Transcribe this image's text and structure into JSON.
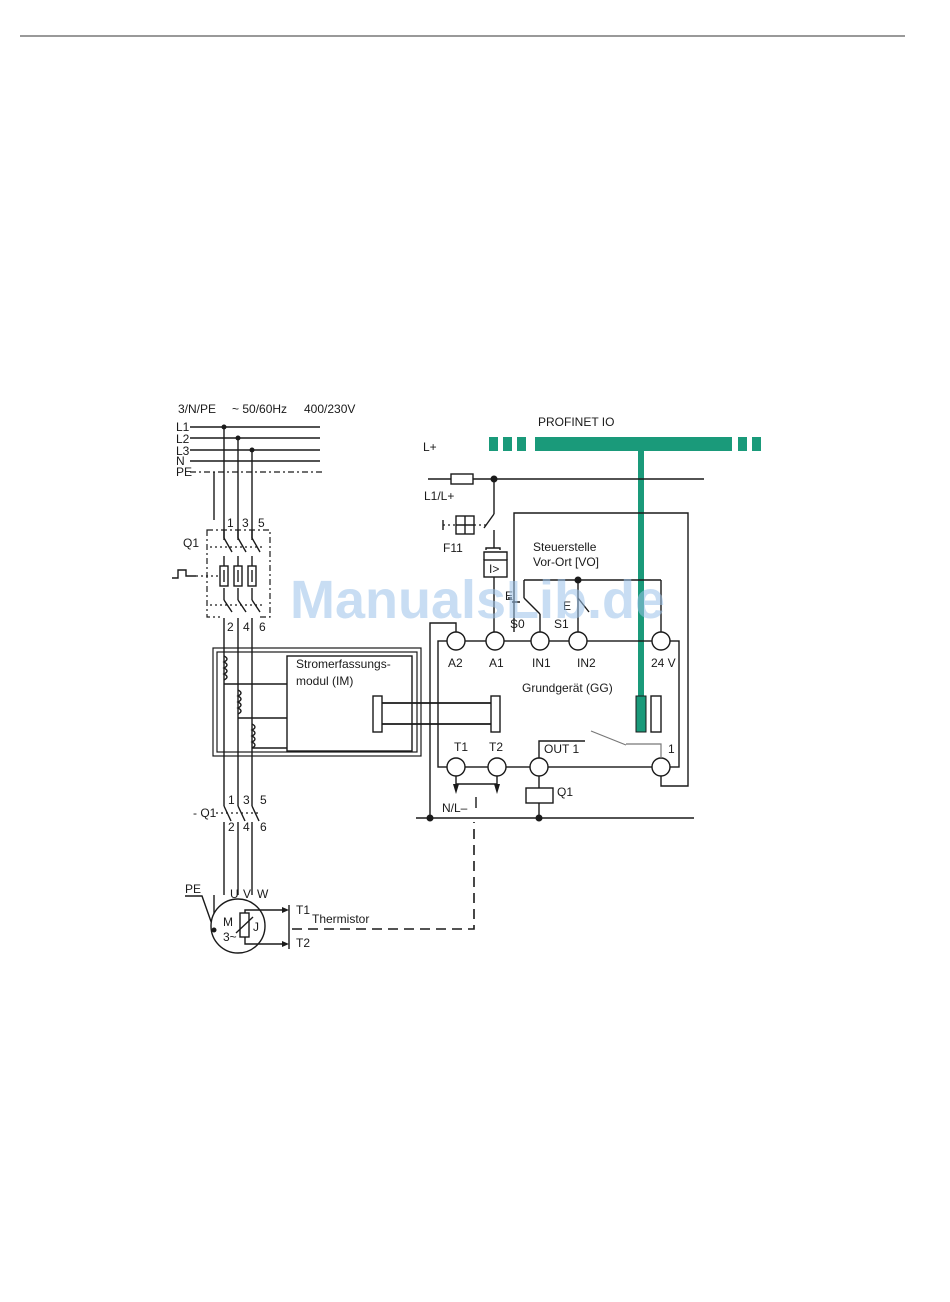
{
  "supply": {
    "system": "3/N/PE",
    "frequency": "~ 50/60Hz",
    "voltage": "400/230V",
    "lines": [
      "L1",
      "L2",
      "L3",
      "N",
      "PE"
    ]
  },
  "breaker": {
    "name": "Q1",
    "top_terminals": [
      "1",
      "3",
      "5"
    ],
    "bottom_terminals": [
      "2",
      "4",
      "6"
    ]
  },
  "current_module": {
    "line1": "Stromerfassungs-",
    "line2": "modul (IM)"
  },
  "contactor": {
    "name": "- Q1",
    "top_terminals": [
      "1",
      "3",
      "5"
    ],
    "bottom_terminals": [
      "2",
      "4",
      "6"
    ]
  },
  "motor": {
    "pe": "PE",
    "phases": [
      "U",
      "V",
      "W"
    ],
    "symbol_m": "M",
    "symbol_3": "3~",
    "thermistor_symbol": "J",
    "t1": "T1",
    "t2": "T2",
    "thermistor": "Thermistor"
  },
  "control": {
    "profinet": "PROFINET IO",
    "l_plus": "L+",
    "l1_l_plus": "L1/L+",
    "fuse": "F11",
    "fuse_trip": "I>",
    "local_station_line1": "Steuerstelle",
    "local_station_line2": "Vor-Ort [VO]",
    "s0": "S0",
    "s1": "S1",
    "s0_mark": "E",
    "s1_mark": "E",
    "n_l_minus": "N/L–"
  },
  "base_unit": {
    "name": "Grundgerät (GG)",
    "top_terminals": [
      "A2",
      "A1",
      "IN1",
      "IN2",
      "24 V"
    ],
    "bottom_terminals": [
      "T1",
      "T2"
    ],
    "out_label": "OUT 1",
    "out_terminal": "1",
    "coil": "Q1"
  },
  "watermark": "ManualsLib.de",
  "colors": {
    "profinet": "#1a9a7a",
    "line": "#1a1a1a",
    "watermark": "#9cc3ea"
  }
}
